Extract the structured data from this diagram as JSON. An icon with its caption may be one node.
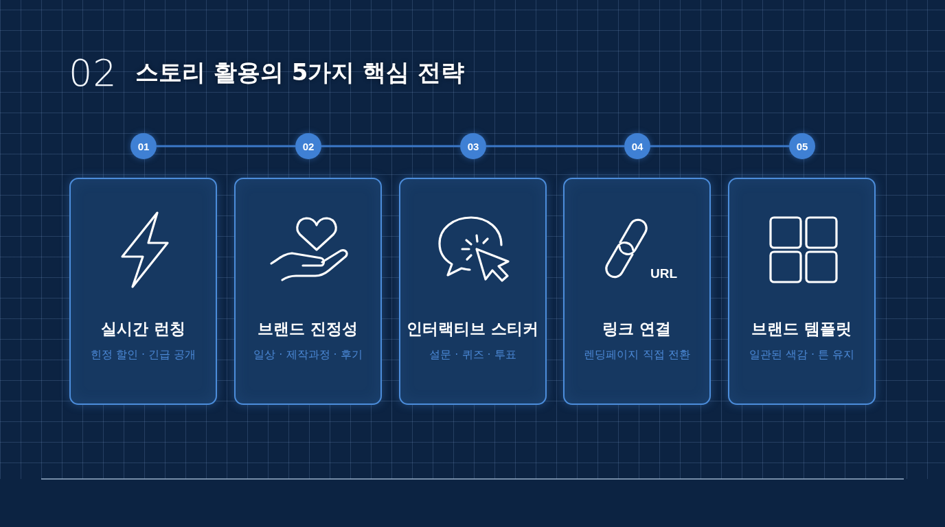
{
  "diagram": {
    "title": "스토리 활용의 5가지 핵심 전략",
    "nodes": [
      {
        "text": [
          "01"
        ]
      },
      {
        "text": [
          "02"
        ]
      },
      {
        "text": [
          "03"
        ]
      },
      {
        "text": [
          "04"
        ]
      },
      {
        "text": [
          "05"
        ]
      },
      {
        "text": [
          "실시간 런칭",
          "힌정 할인 · 긴급 공개"
        ]
      },
      {
        "text": [
          "브랜드 진정성",
          "일상 · 제작과정 · 후기"
        ]
      },
      {
        "text": [
          "인터랙티브 스티커",
          "설문 · 퀴즈 · 투표"
        ]
      },
      {
        "text": [
          "링크 연결",
          "렌딩페이지 직접 전환"
        ]
      },
      {
        "text": [
          "브랜드 템플릿",
          "일관된 색감 · 튼 유지"
        ]
      }
    ],
    "edges": [
      {
        "from": 0,
        "to": 1,
        "arrow": "none"
      },
      {
        "from": 1,
        "to": 2,
        "arrow": "none"
      },
      {
        "from": 2,
        "to": 3,
        "arrow": "none"
      },
      {
        "from": 3,
        "to": 4,
        "arrow": "none"
      }
    ],
    "labels": [
      "02",
      "URL"
    ]
  }
}
